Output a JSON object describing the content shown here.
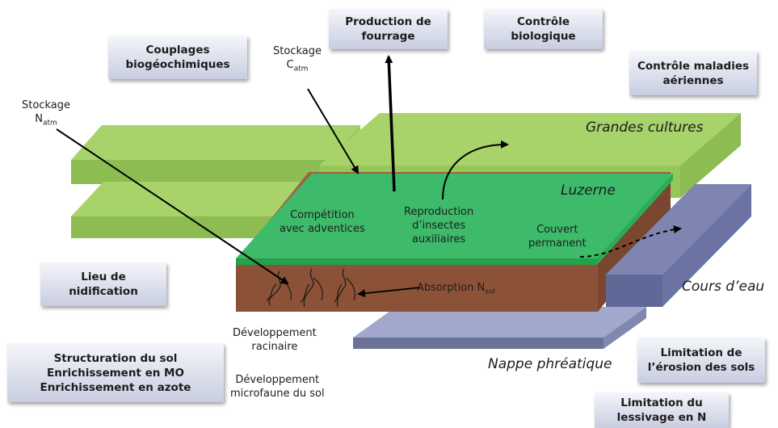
{
  "boxes": {
    "production": [
      "Production de",
      "fourrage"
    ],
    "controle_bio": [
      "Contrôle",
      "biologique"
    ],
    "couplages": [
      "Couplages",
      "biogéochimiques"
    ],
    "maladies": [
      "Contrôle maladies",
      "aériennes"
    ],
    "nidification": [
      "Lieu de",
      "nidification"
    ],
    "structuration": [
      "Structuration du sol",
      "Enrichissement en MO",
      "Enrichissement en azote"
    ],
    "erosion": [
      "Limitation de",
      "l’érosion des sols"
    ],
    "lessivage": [
      "Limitation du",
      "lessivage en N"
    ]
  },
  "labels": {
    "stockage_n": {
      "line1": "Stockage",
      "main": "N",
      "sub": "atm"
    },
    "stockage_c": {
      "line1": "Stockage",
      "main": "C",
      "sub": "atm"
    },
    "competition": [
      "Compétition",
      "avec adventices"
    ],
    "reproduction": [
      "Reproduction",
      "d’insectes",
      "auxiliaires"
    ],
    "couvert": [
      "Couvert",
      "permanent"
    ],
    "absorption": {
      "main": "Absorption N",
      "sub": "sol"
    },
    "dev_racinaire": [
      "Développement",
      "racinaire"
    ],
    "dev_microfaune": [
      "Développement",
      "microfaune du sol"
    ]
  },
  "layers": {
    "grandes_cultures": "Grandes cultures",
    "luzerne": "Luzerne",
    "cours_eau": "Cours d’eau",
    "nappe": "Nappe phréatique"
  },
  "colors": {
    "crop_top": "#a8d26a",
    "crop_side": "#8cbc52",
    "luzerne": "#3dba6a",
    "soil": "#8c5238",
    "water": "#7d85b0"
  }
}
